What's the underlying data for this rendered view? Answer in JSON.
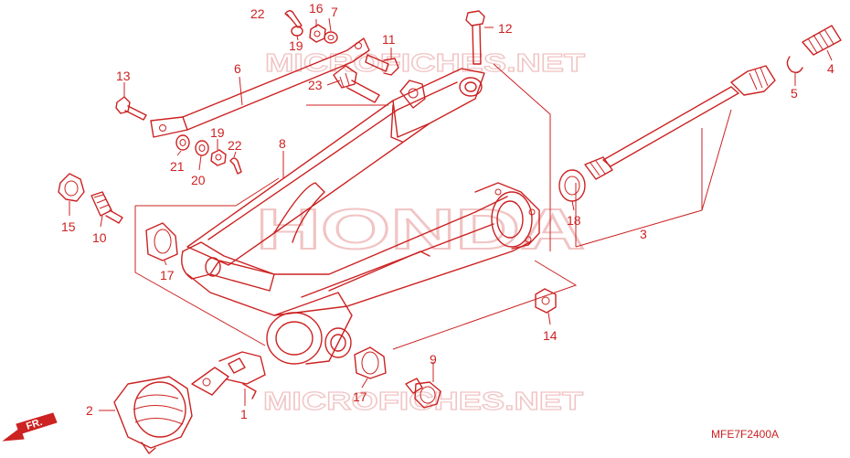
{
  "watermarks": {
    "top": "MICROFICHES.NET",
    "bottom": "MICROFICHES.NET",
    "center": "HONDA"
  },
  "diagram_code": "MFE7F2400A",
  "fr_label": "FR.",
  "callouts": [
    {
      "id": "c1",
      "text": "1"
    },
    {
      "id": "c2",
      "text": "2"
    },
    {
      "id": "c3",
      "text": "3"
    },
    {
      "id": "c4",
      "text": "4"
    },
    {
      "id": "c5",
      "text": "5"
    },
    {
      "id": "c6",
      "text": "6"
    },
    {
      "id": "c7",
      "text": "7"
    },
    {
      "id": "c8",
      "text": "8"
    },
    {
      "id": "c9",
      "text": "9"
    },
    {
      "id": "c10",
      "text": "10"
    },
    {
      "id": "c11",
      "text": "11"
    },
    {
      "id": "c12",
      "text": "12"
    },
    {
      "id": "c13",
      "text": "13"
    },
    {
      "id": "c14",
      "text": "14"
    },
    {
      "id": "c15",
      "text": "15"
    },
    {
      "id": "c16",
      "text": "16"
    },
    {
      "id": "c17a",
      "text": "17"
    },
    {
      "id": "c17b",
      "text": "17"
    },
    {
      "id": "c18",
      "text": "18"
    },
    {
      "id": "c19a",
      "text": "19"
    },
    {
      "id": "c19b",
      "text": "19"
    },
    {
      "id": "c20",
      "text": "20"
    },
    {
      "id": "c21",
      "text": "21"
    },
    {
      "id": "c22a",
      "text": "22"
    },
    {
      "id": "c22b",
      "text": "22"
    },
    {
      "id": "c23",
      "text": "23"
    }
  ]
}
